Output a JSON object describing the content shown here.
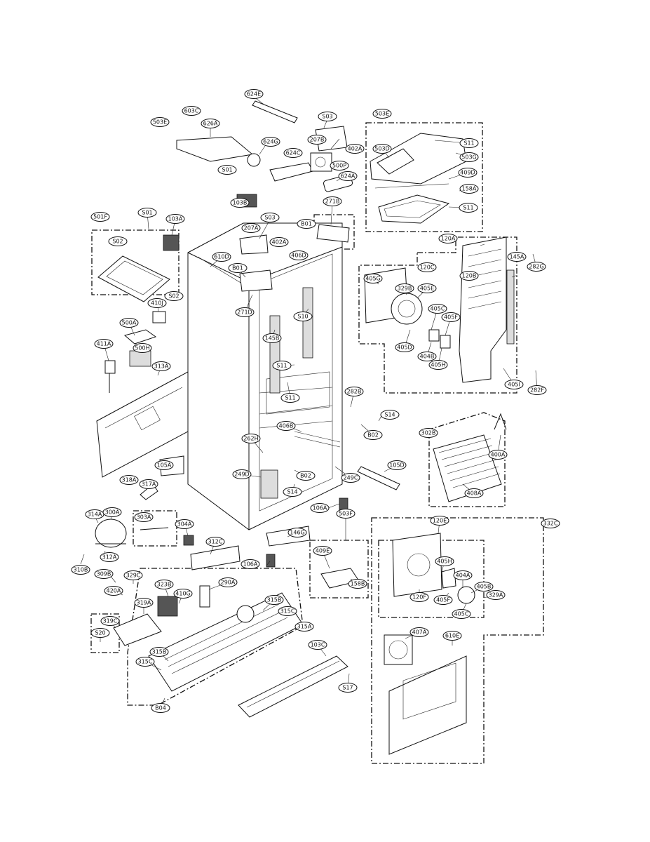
{
  "labels": [
    "624E",
    "S03",
    "503E",
    "503E",
    "603C",
    "626A",
    "207B",
    "402A",
    "S11",
    "624G",
    "503D",
    "503G",
    "624C",
    "500P",
    "S01",
    "409D",
    "624A",
    "158A",
    "103B",
    "S11",
    "271B",
    "501F",
    "S01",
    "103A",
    "S03",
    "B01",
    "207A",
    "402A",
    "120A",
    "S02",
    "610D",
    "B01",
    "406D",
    "282G",
    "145A",
    "120C",
    "405G",
    "329B",
    "405E",
    "120B",
    "S02",
    "271D",
    "410J",
    "S10",
    "405C",
    "405F",
    "500A",
    "405D",
    "404B",
    "405H",
    "145B",
    "411A",
    "500H",
    "S11",
    "405I",
    "282F",
    "313A",
    "S11",
    "282B",
    "S14",
    "406B",
    "302B",
    "B02",
    "262H",
    "105D",
    "105A",
    "249D",
    "B02",
    "249C",
    "400A",
    "S14",
    "408A",
    "318A",
    "317A",
    "106A",
    "303A",
    "332C",
    "314A",
    "300A",
    "120E",
    "304A",
    "146G",
    "503F",
    "312C",
    "312A",
    "310B",
    "409E",
    "405H",
    "106A",
    "404A",
    "158B",
    "309B",
    "329C",
    "290A",
    "405B",
    "420A",
    "323B",
    "329A",
    "315B",
    "410G",
    "120F",
    "405F",
    "319A",
    "315C",
    "405C",
    "319C",
    "315A",
    "407A",
    "S20",
    "610E",
    "103C",
    "315B",
    "315C",
    "S17",
    "B04"
  ]
}
